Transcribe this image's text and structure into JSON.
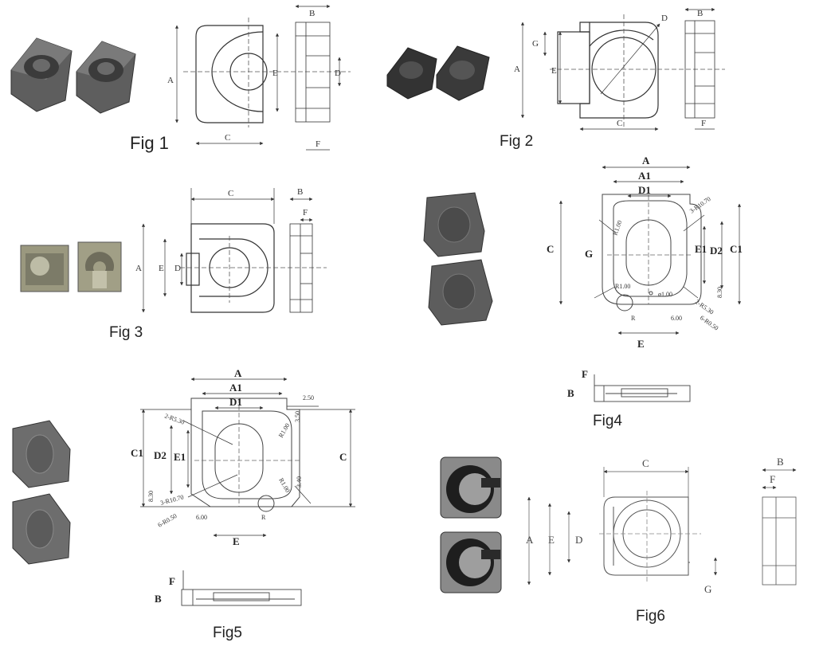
{
  "figures": [
    {
      "caption": "Fig 1",
      "dims": {
        "A": "A",
        "B": "B",
        "C": "C",
        "D": "D",
        "E": "E",
        "F": "F"
      }
    },
    {
      "caption": "Fig 2",
      "dims": {
        "A": "A",
        "B": "B",
        "C": "C",
        "D": "D",
        "E": "E",
        "F": "F",
        "G": "G"
      }
    },
    {
      "caption": "Fig 3",
      "dims": {
        "A": "A",
        "B": "B",
        "C": "C",
        "D": "D",
        "E": "E",
        "F": "F"
      }
    },
    {
      "caption": "Fig4",
      "dims": {
        "A": "A",
        "A1": "A1",
        "D1": "D1",
        "C": "C",
        "C1": "C1",
        "E1": "E1",
        "D2": "D2",
        "G": "G",
        "E": "E",
        "F": "F",
        "B": "B"
      },
      "notes": {
        "r1": "3-R10.70",
        "r2": "R1.00",
        "r3": "R1.00",
        "r4": "2-R5.30",
        "hole": "ø1.00",
        "r5": "6-R0.50",
        "d1": "6.00",
        "d2": "8.30",
        "r6": "R"
      }
    },
    {
      "caption": "Fig5",
      "dims": {
        "A": "A",
        "A1": "A1",
        "D1": "D1",
        "C": "C",
        "C1": "C1",
        "E1": "E1",
        "D2": "D2",
        "E": "E",
        "F": "F",
        "B": "B"
      },
      "notes": {
        "n1": "2.50",
        "n2": "3.50",
        "r1": "2-R5.30",
        "r2": "R1.00",
        "r3": "R1.00",
        "n3": "3.40",
        "n4": "8.30",
        "r4": "3-R10.70",
        "r5": "6-R0.50",
        "d1": "6.00",
        "r6": "R"
      }
    },
    {
      "caption": "Fig6",
      "dims": {
        "A": "A",
        "B": "B",
        "C": "C",
        "D": "D",
        "E": "E",
        "F": "F",
        "G": "G"
      }
    }
  ],
  "colors": {
    "line": "#333333",
    "dash": "#555555",
    "core_dark": "#4a4a4a",
    "core_mid": "#6e6e6e",
    "core_light": "#9a9a9a",
    "tan": "#9c9a86"
  }
}
